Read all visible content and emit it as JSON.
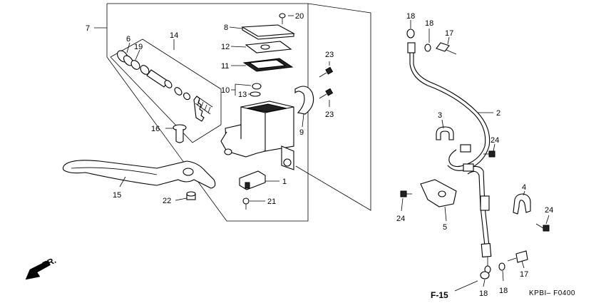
{
  "callouts": [
    {
      "id": "c7",
      "text": "7"
    },
    {
      "id": "c6",
      "text": "6"
    },
    {
      "id": "c19",
      "text": "19"
    },
    {
      "id": "c14",
      "text": "14"
    },
    {
      "id": "c8",
      "text": "8"
    },
    {
      "id": "c20",
      "text": "20"
    },
    {
      "id": "c12",
      "text": "12"
    },
    {
      "id": "c11",
      "text": "11"
    },
    {
      "id": "c10",
      "text": "10"
    },
    {
      "id": "c13",
      "text": "13"
    },
    {
      "id": "c9",
      "text": "9"
    },
    {
      "id": "c23a",
      "text": "23"
    },
    {
      "id": "c23b",
      "text": "23"
    },
    {
      "id": "c16",
      "text": "16"
    },
    {
      "id": "c15",
      "text": "15"
    },
    {
      "id": "c22",
      "text": "22"
    },
    {
      "id": "c1",
      "text": "1"
    },
    {
      "id": "c21",
      "text": "21"
    },
    {
      "id": "c18a",
      "text": "18"
    },
    {
      "id": "c18b",
      "text": "18"
    },
    {
      "id": "c17a",
      "text": "17"
    },
    {
      "id": "c2",
      "text": "2"
    },
    {
      "id": "c3",
      "text": "3"
    },
    {
      "id": "c24a",
      "text": "24"
    },
    {
      "id": "c24b",
      "text": "24"
    },
    {
      "id": "c5",
      "text": "5"
    },
    {
      "id": "c4",
      "text": "4"
    },
    {
      "id": "c24c",
      "text": "24"
    },
    {
      "id": "c17b",
      "text": "17"
    },
    {
      "id": "c18c",
      "text": "18"
    },
    {
      "id": "c18d",
      "text": "18"
    }
  ],
  "direction_label": "FR.",
  "reference_label": "F-15",
  "diagram_code": "KPBI–  F0400"
}
